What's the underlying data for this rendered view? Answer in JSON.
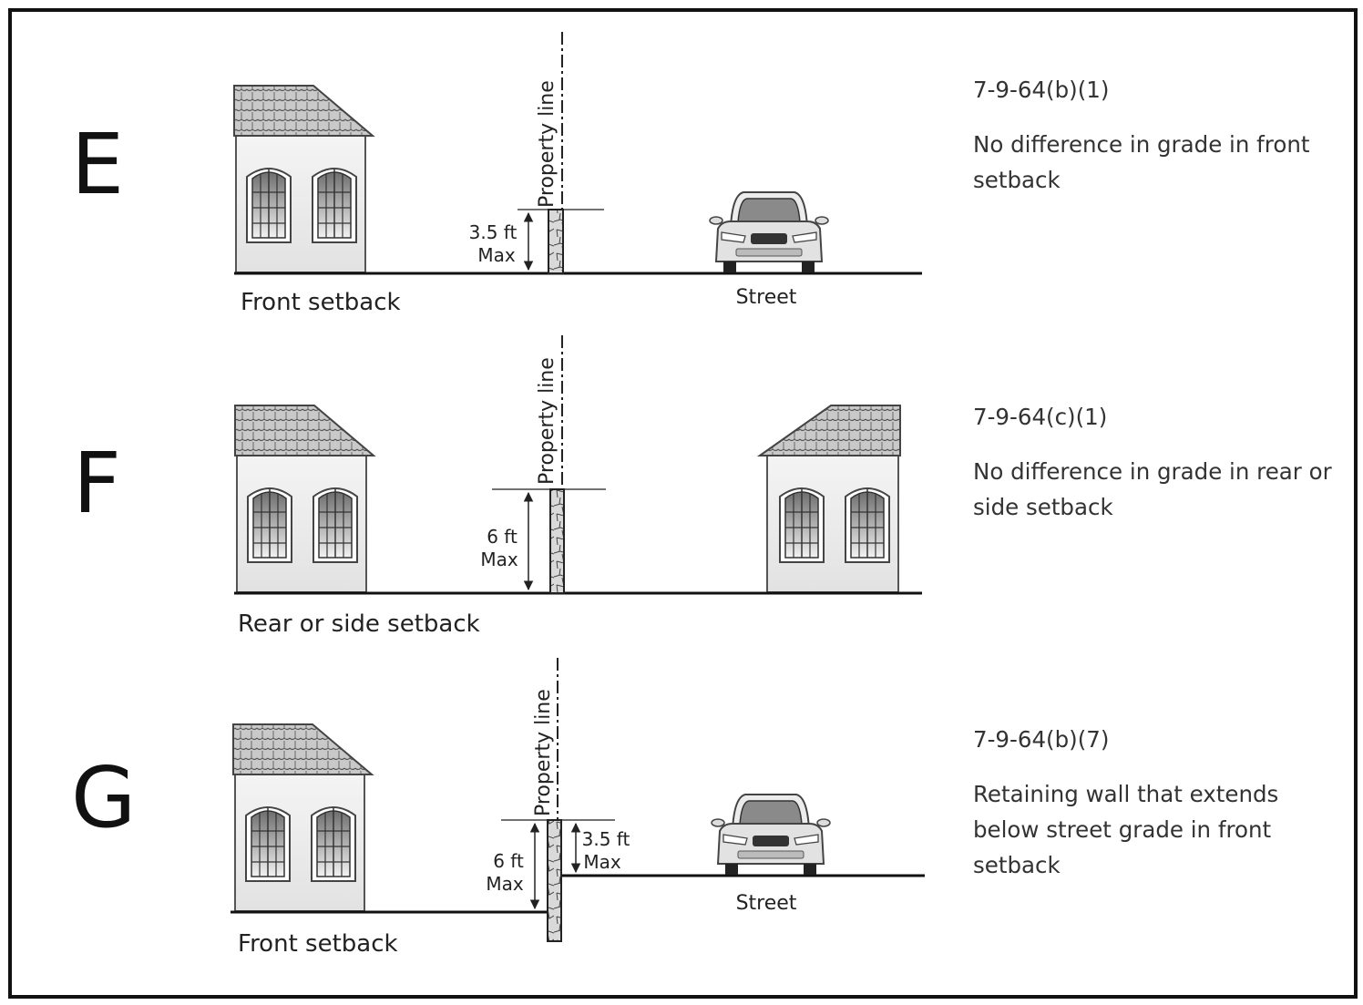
{
  "panels": [
    {
      "letter": "E",
      "code": "7-9-64(b)(1)",
      "description": "No difference in grade in front setback",
      "setback_label": "Front setback",
      "property_line_label": "Property line",
      "height_value": "3.5 ft",
      "height_max": "Max",
      "street_label": "Street"
    },
    {
      "letter": "F",
      "code": "7-9-64(c)(1)",
      "description": "No difference in grade in rear or side  setback",
      "setback_label": "Rear or side setback",
      "property_line_label": "Property line",
      "height_value": "6 ft",
      "height_max": "Max"
    },
    {
      "letter": "G",
      "code": "7-9-64(b)(7)",
      "description": "Retaining wall that extends below street grade in front setback",
      "setback_label": "Front setback",
      "property_line_label": "Property line",
      "height_value": "6 ft",
      "height_max": "Max",
      "height2_value": "3.5 ft",
      "height2_max": "Max",
      "street_label": "Street"
    }
  ]
}
